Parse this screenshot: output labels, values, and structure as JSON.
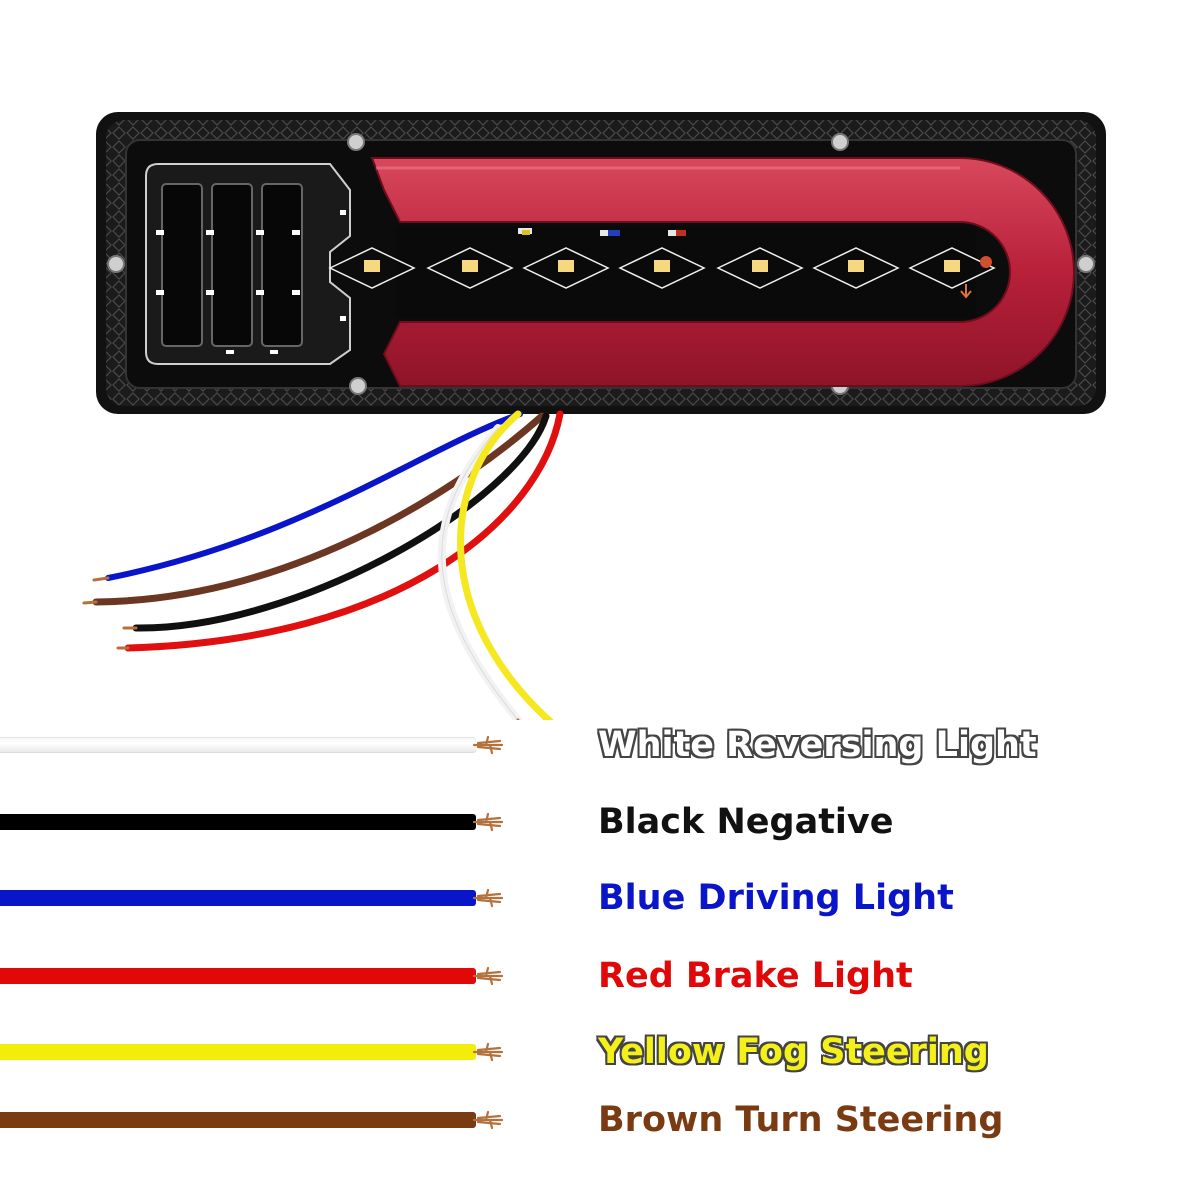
{
  "wires": [
    {
      "id": "white",
      "label": "White Reversing Light",
      "wire_color": "#ffffff",
      "text_color": "#ffffff",
      "outlined": true
    },
    {
      "id": "black",
      "label": "Black Negative",
      "wire_color": "#000000",
      "text_color": "#111111",
      "outlined": false
    },
    {
      "id": "blue",
      "label": "Blue Driving Light",
      "wire_color": "#0a14c8",
      "text_color": "#0a14c8",
      "outlined": false
    },
    {
      "id": "red",
      "label": "Red Brake Light",
      "wire_color": "#e00808",
      "text_color": "#e00808",
      "outlined": false
    },
    {
      "id": "yellow",
      "label": "Yellow Fog Steering",
      "wire_color": "#f2ee0a",
      "text_color": "#f4f01a",
      "outlined": true
    },
    {
      "id": "brown",
      "label": "Brown Turn Steering",
      "wire_color": "#7a3a12",
      "text_color": "#7a3a12",
      "outlined": false
    }
  ],
  "colors": {
    "lamp_body": "#161616",
    "lens_red": "#c0243a",
    "copper": "#b5713c"
  }
}
